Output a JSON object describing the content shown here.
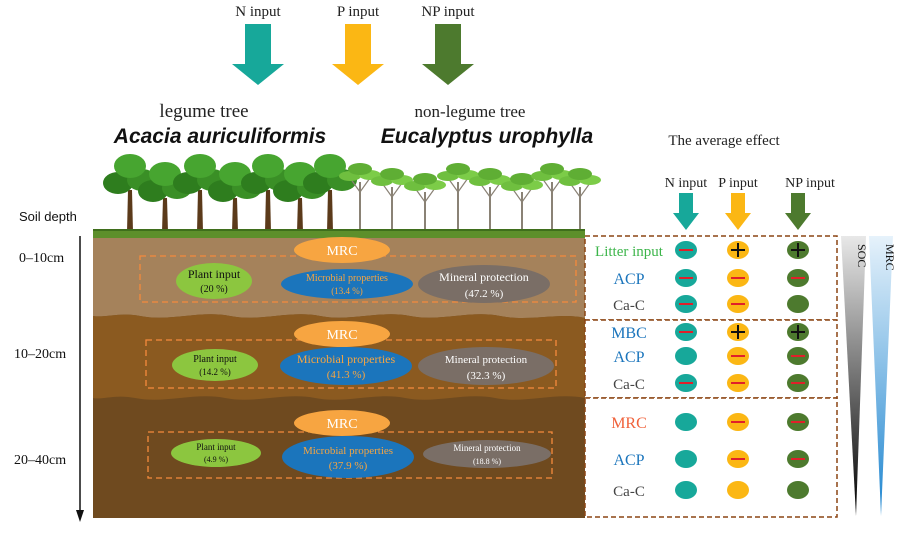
{
  "inputs": [
    {
      "label": "N input",
      "color": "#17a89a"
    },
    {
      "label": "P input",
      "color": "#fbb714"
    },
    {
      "label": "NP input",
      "color": "#4d7a2e"
    }
  ],
  "trees": {
    "legume_label": "legume tree",
    "legume_species": "Acacia  auriculiformis",
    "nonlegume_label": "non-legume tree",
    "nonlegume_species": "Eucalyptus  urophylla"
  },
  "depth": {
    "title": "Soil depth",
    "layers": [
      "0–10cm",
      "10–20cm",
      "20–40cm"
    ]
  },
  "soil_layers": [
    {
      "mrc": "MRC",
      "plant": "Plant   input",
      "plant_pct": "(20 %)",
      "microbial": "Microbial properties",
      "microbial_pct": "(13.4 %)",
      "mineral": "Mineral protection",
      "mineral_pct": "(47.2 %)"
    },
    {
      "mrc": "MRC",
      "plant": "Plant   input",
      "plant_pct": "(14.2 %)",
      "microbial": "Microbial properties",
      "microbial_pct": "(41.3 %)",
      "mineral": "Mineral protection",
      "mineral_pct": "(32.3 %)"
    },
    {
      "mrc": "MRC",
      "plant": "Plant   input",
      "plant_pct": "(4.9 %)",
      "microbial": "Microbial properties",
      "microbial_pct": "(37.9 %)",
      "mineral": "Mineral protection",
      "mineral_pct": "(18.8 %)"
    }
  ],
  "effects": {
    "title": "The average effect",
    "columns": [
      "N input",
      "P input",
      "NP input"
    ],
    "groups": [
      {
        "rows": [
          {
            "label": "Litter input",
            "color": "#3cb54a",
            "signs": [
              "minus",
              "plus",
              "plus"
            ]
          },
          {
            "label": "ACP",
            "color": "#1b75bc",
            "signs": [
              "minus",
              "minus",
              "minus"
            ]
          },
          {
            "label": "Ca-C",
            "color": "#444444",
            "signs": [
              "minus",
              "minus",
              "none"
            ]
          }
        ]
      },
      {
        "rows": [
          {
            "label": "MBC",
            "color": "#1b75bc",
            "signs": [
              "minus",
              "plus",
              "plus"
            ]
          },
          {
            "label": "ACP",
            "color": "#1b75bc",
            "signs": [
              "none",
              "minus",
              "minus"
            ]
          },
          {
            "label": "Ca-C",
            "color": "#444444",
            "signs": [
              "minus",
              "minus",
              "minus"
            ]
          }
        ]
      },
      {
        "rows": [
          {
            "label": "MRC",
            "color": "#f0623b",
            "signs": [
              "none",
              "minus",
              "minus"
            ]
          },
          {
            "label": "ACP",
            "color": "#1b75bc",
            "signs": [
              "none",
              "minus",
              "minus"
            ]
          },
          {
            "label": "Ca-C",
            "color": "#444444",
            "signs": [
              "none",
              "none",
              "none"
            ]
          }
        ]
      }
    ]
  },
  "wedges": [
    {
      "label": "SOC",
      "color": "#000000"
    },
    {
      "label": "MRC",
      "color": "#2a8fd6"
    }
  ],
  "colors": {
    "plant": "#8cc63f",
    "microbial": "#1b75bc",
    "mineral": "#7a6e66",
    "mrc": "#f7a541",
    "dashed": "#f58a3c",
    "grid": "#8b4513",
    "circle_n": "#17a89a",
    "circle_p": "#fbb714",
    "circle_np": "#4d7a2e"
  }
}
